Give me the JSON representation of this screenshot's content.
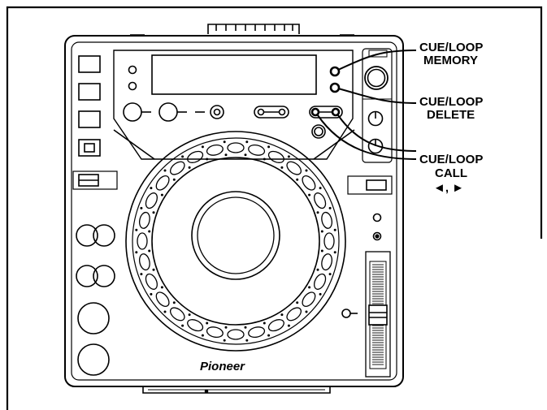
{
  "brand": "Pioneer",
  "callouts": {
    "memory": {
      "line1": "CUE/LOOP",
      "line2": "MEMORY"
    },
    "delete": {
      "line1": "CUE/LOOP",
      "line2": "DELETE"
    },
    "call": {
      "line1": "CUE/LOOP",
      "line2": "CALL",
      "line3": "◄, ►"
    }
  },
  "colors": {
    "ink": "#000000",
    "paper": "#ffffff"
  }
}
